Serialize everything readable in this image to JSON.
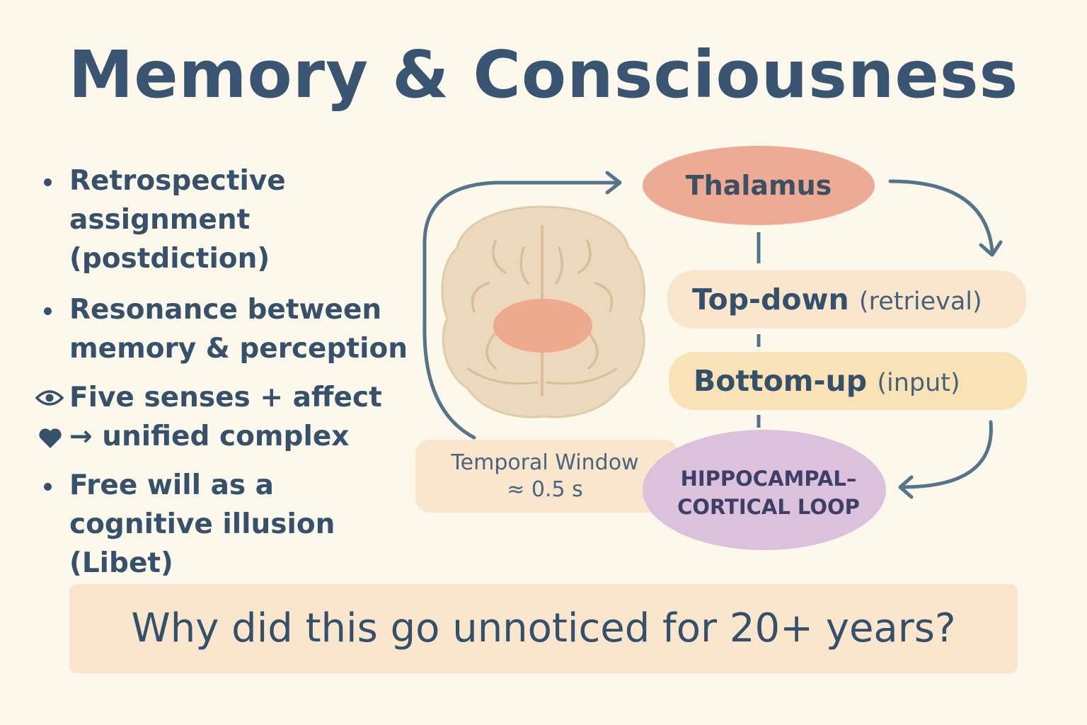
{
  "title": "Memory & Consciousness",
  "bullets": [
    {
      "lines": [
        "Retrospective",
        "assignment",
        "(postdiction)"
      ],
      "marker": "dot"
    },
    {
      "lines": [
        "Resonance between",
        "memory & perception"
      ],
      "marker": "dot"
    },
    {
      "lines": [
        "Five senses + affect",
        "→ unified complex"
      ],
      "marker": "eye-icon+heart-icon"
    },
    {
      "lines": [
        "Free will as a",
        "cognitive illusion (Libet)"
      ],
      "marker": "dot"
    }
  ],
  "diagram": {
    "thalamus": "Thalamus",
    "top_down": {
      "main": "Top-down",
      "sub": "(retrieval)"
    },
    "bottom_up": {
      "main": "Bottom-up",
      "sub": "(input)"
    },
    "hippocampal": [
      "HIPPOCAMPAL–",
      "CORTICAL LOOP"
    ],
    "temporal_window": [
      "Temporal Window",
      "≈ 0.5 s"
    ]
  },
  "question": "Why did this go unnoticed for 20+ years?",
  "colors": {
    "background": "#fcf8ec",
    "text": "#37516a",
    "thalamus": "#eeab94",
    "top_down": "#f9e6cd",
    "bottom_up": "#f9e3b6",
    "hippocampal": "#dcc1dc",
    "temporal_window": "#f9e6cd",
    "brain": "#ecd9bd",
    "brain_spot": "#eeaa8c",
    "arrows": "#557489"
  }
}
